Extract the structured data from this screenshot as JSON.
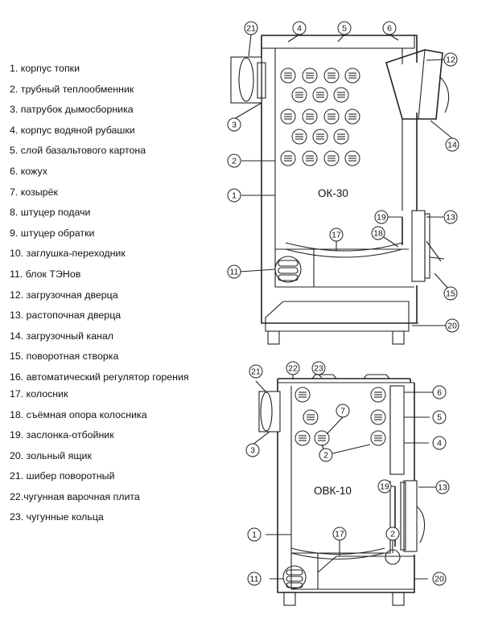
{
  "legend": [
    "1. корпус топки",
    "2. трубный теплообменник",
    "3. патрубок дымосборника",
    "4. корпус водяной рубашки",
    "5. слой базальтового картона",
    "6. кожух",
    "7. козырёк",
    "8. штуцер подачи",
    "9. штуцер обратки",
    "10. заглушка-переходник",
    "11. блок ТЭНов",
    "12. загрузочная дверца",
    "13. растопочная дверца",
    "14. загрузочный канал",
    "15. поворотная створка",
    "16. автоматический регулятор горения",
    "17. колосник",
    "18. съёмная опора колосника",
    "19. заслонка-отбойник",
    "20. зольный ящик",
    "21. шибер поворотный",
    "22.чугунная варочная плита",
    "23. чугунные кольца"
  ],
  "diagrams": {
    "top": {
      "model": "ОК-30",
      "callouts": [
        "21",
        "4",
        "5",
        "6",
        "12",
        "3",
        "2",
        "14",
        "1",
        "19",
        "13",
        "17",
        "18",
        "11",
        "15",
        "20"
      ]
    },
    "bottom": {
      "model": "ОВК-10",
      "callouts": [
        "21",
        "22",
        "23",
        "6",
        "7",
        "5",
        "3",
        "2",
        "4",
        "19",
        "13",
        "1",
        "17",
        "2",
        "11",
        "20"
      ]
    }
  }
}
